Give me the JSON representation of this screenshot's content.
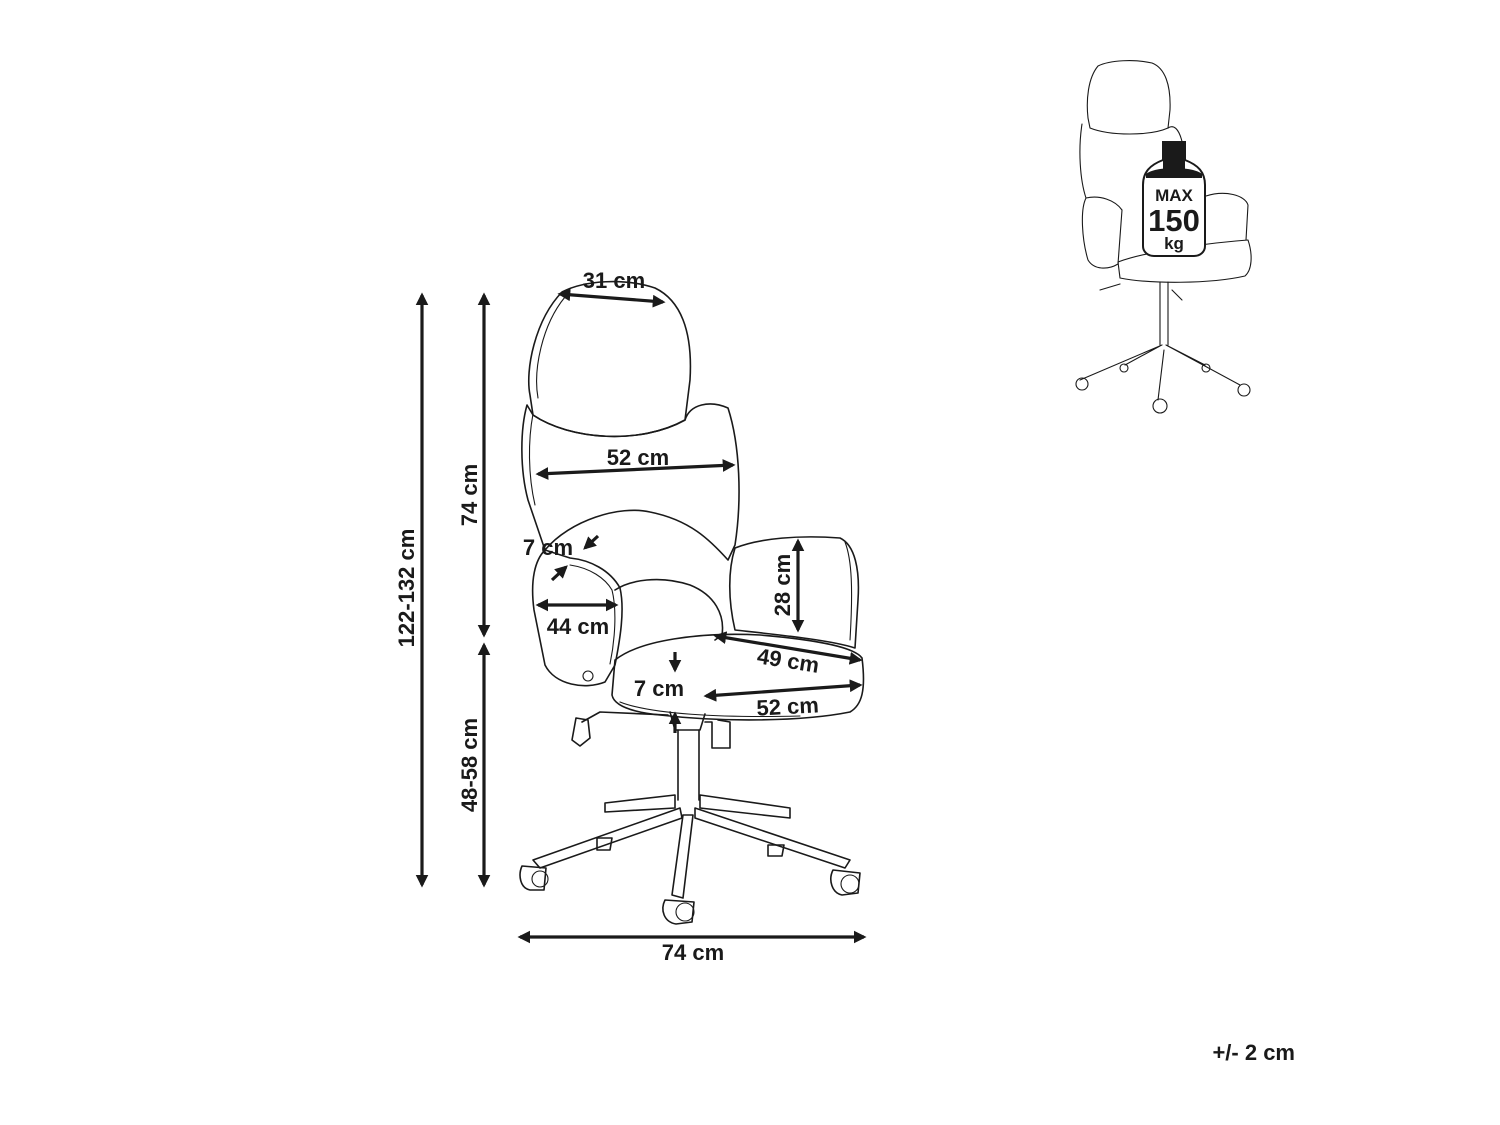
{
  "dimensions": {
    "headrest_width": "31 cm",
    "backrest_width": "52 cm",
    "backrest_height": "74 cm",
    "total_height": "122-132 cm",
    "seat_height": "48-58 cm",
    "armrest_width": "7 cm",
    "armrest_length": "44 cm",
    "armrest_height": "28 cm",
    "seat_depth": "49 cm",
    "seat_width": "52 cm",
    "seat_thickness": "7 cm",
    "base_width": "74 cm"
  },
  "max_load": {
    "line1": "MAX",
    "line2": "150",
    "line3": "kg"
  },
  "tolerance": "+/- 2 cm",
  "colors": {
    "line": "#1a1a1a",
    "background": "#ffffff"
  }
}
